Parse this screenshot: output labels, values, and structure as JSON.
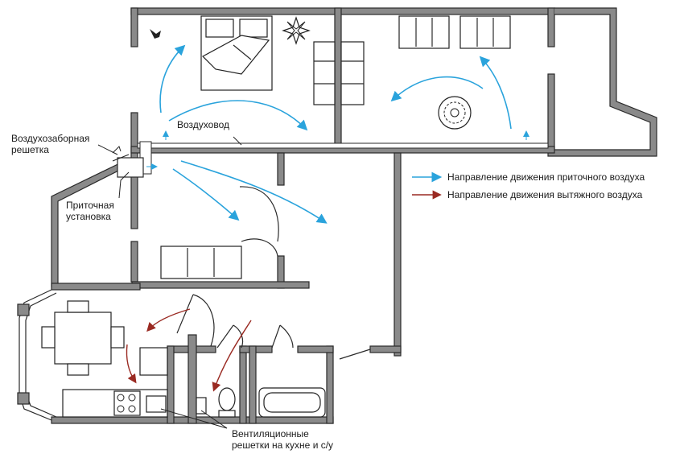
{
  "colors": {
    "supply_arrow": "#2aa3dc",
    "exhaust_arrow": "#9a2a22",
    "wall_fill": "#8a8a8a",
    "wall_stroke": "#2a2a2a"
  },
  "labels": {
    "air_intake": "Воздухозаборная\nрешетка",
    "duct": "Воздуховод",
    "supply_unit": "Приточная\nустановка",
    "vent_grilles": "Вентиляционные\nрешетки на кухне и с/у"
  },
  "legend": {
    "supply": "Направление движения приточного воздуха",
    "exhaust": "Направление движения вытяжного воздуха"
  }
}
